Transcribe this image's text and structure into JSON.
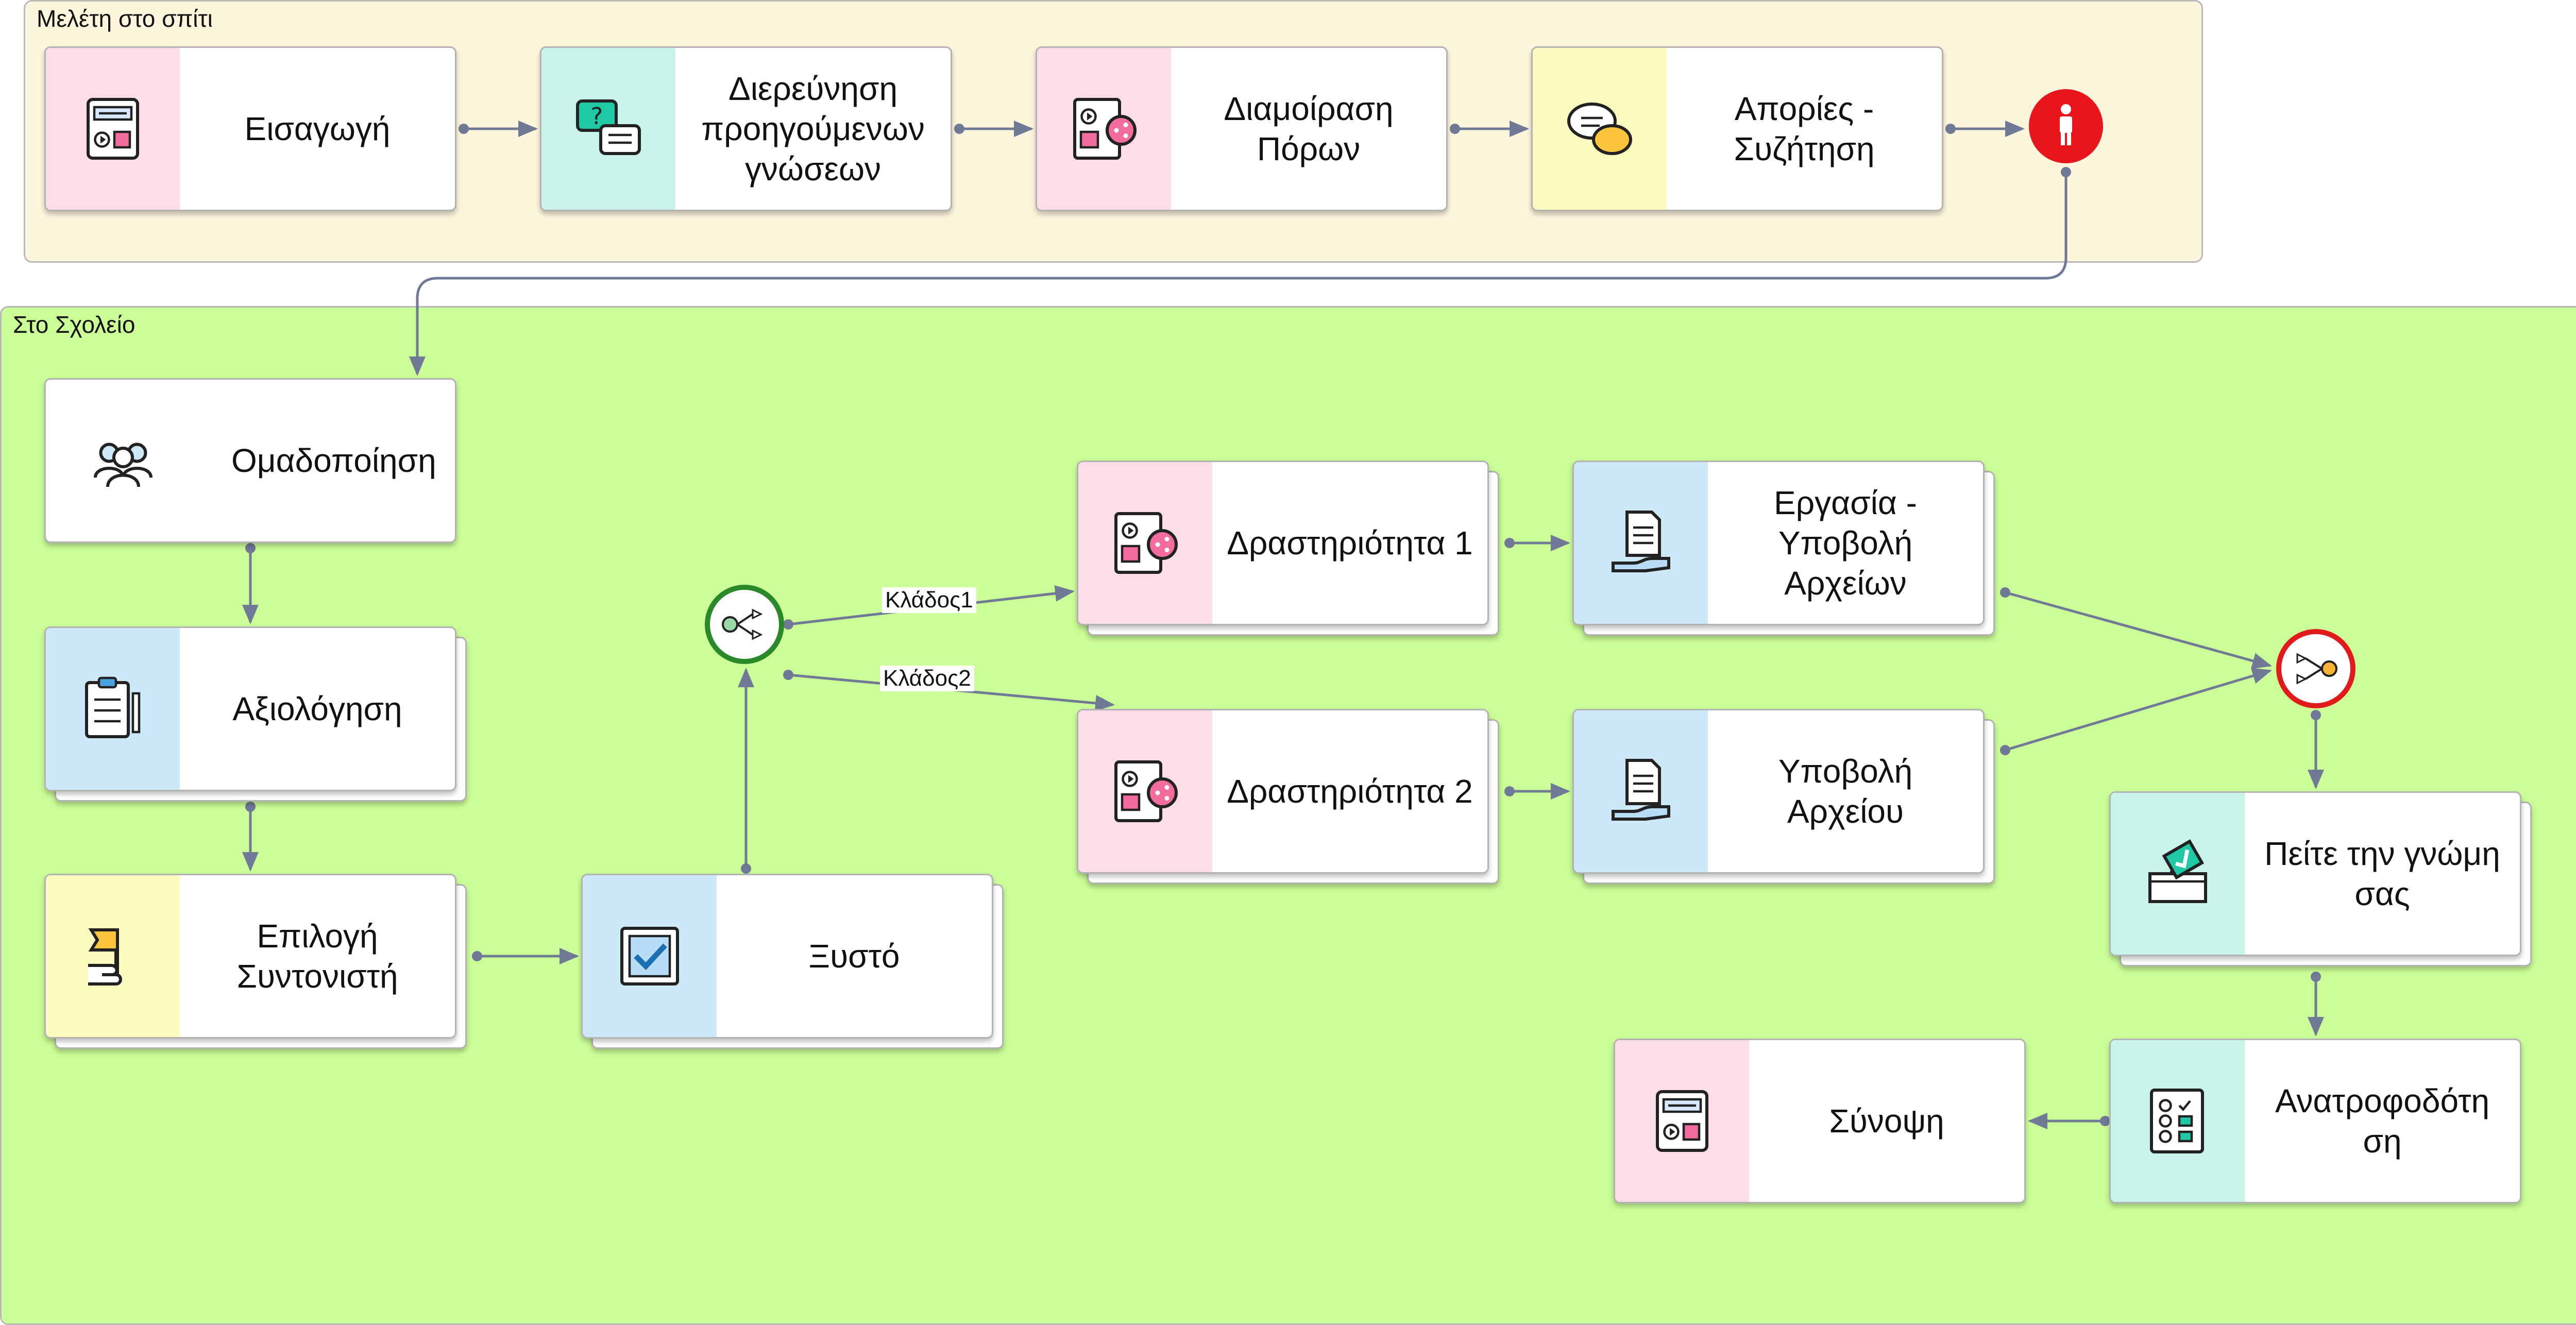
{
  "lanes": {
    "home": {
      "label": "Μελέτη στο σπίτι",
      "color": "#fdf5dc"
    },
    "school": {
      "label": "Στο Σχολείο",
      "color": "#ccfe98"
    }
  },
  "nodes": {
    "intro": {
      "label": "Εισαγωγή",
      "icon": "media-layout-icon"
    },
    "explore": {
      "label": "Διερεύνηση προηγούμενων γνώσεων",
      "icon": "question-chat-icon"
    },
    "share": {
      "label": "Διαμοίραση Πόρων",
      "icon": "share-media-icon"
    },
    "questions": {
      "label": "Απορίες - Συζήτηση",
      "icon": "chat-bubbles-icon"
    },
    "grouping": {
      "label": "Ομαδοποίηση",
      "icon": "group-users-icon"
    },
    "assessment": {
      "label": "Αξιολόγηση",
      "icon": "clipboard-icon"
    },
    "coordinator": {
      "label": "Επιλογή Συντονιστή",
      "icon": "hand-flag-icon"
    },
    "scratch": {
      "label": "Ξυστό",
      "icon": "scratch-check-icon"
    },
    "activity1": {
      "label": "Δραστηριότητα 1",
      "icon": "share-media-icon"
    },
    "activity2": {
      "label": "Δραστηριότητα 2",
      "icon": "share-media-icon"
    },
    "assignment": {
      "label": "Εργασία - Υποβολή Αρχείων",
      "icon": "document-hand-icon"
    },
    "submit": {
      "label": "Υποβολή Αρχείου",
      "icon": "document-hand-icon"
    },
    "opinion": {
      "label": "Πείτε την γνώμη σας",
      "icon": "ballot-box-icon"
    },
    "feedback": {
      "label": "Ανατροφοδότη ση",
      "icon": "feedback-form-icon"
    },
    "summary": {
      "label": "Σύνοψη",
      "icon": "media-layout-icon"
    }
  },
  "edge_labels": {
    "branch1": "Κλάδος1",
    "branch2": "Κλάδος2"
  },
  "colors": {
    "pink": "#fddde8",
    "teal": "#c8f4ea",
    "yellow": "#fdfac0",
    "blue": "#cde9f7",
    "edge": "#707a96",
    "split_ring": "#2a8a2a",
    "join_ring": "#e11b1b",
    "stop": "#e8161b"
  }
}
